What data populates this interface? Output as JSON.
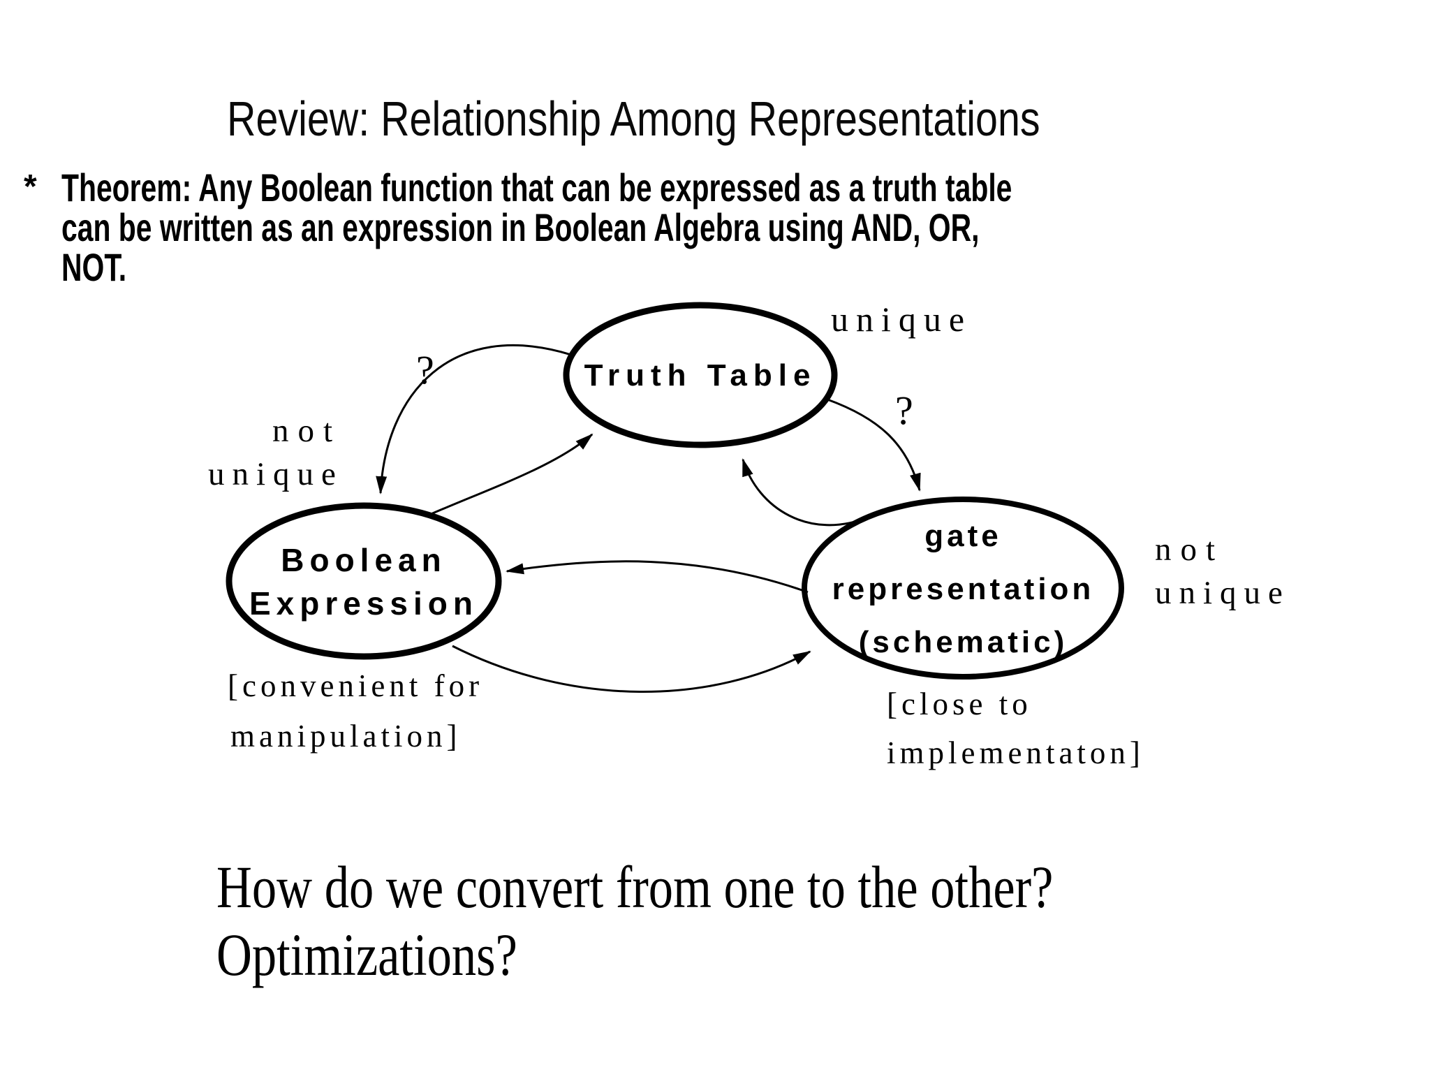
{
  "colors": {
    "ink": "#000000",
    "background": "#ffffff"
  },
  "slide": {
    "title": "Review: Relationship Among Representations",
    "bullet": "*",
    "theorem_lines": [
      "Theorem: Any Boolean function that can be expressed as a truth table",
      "can be written as an expression in Boolean Algebra using AND, OR,",
      "NOT."
    ],
    "bottom_lines": [
      "How do we convert from one to the other?",
      "Optimizations?"
    ]
  },
  "diagram": {
    "nodes": {
      "truth_table": {
        "lines": [
          "Truth Table"
        ]
      },
      "boolean_expression": {
        "lines": [
          "Boolean",
          "Expression"
        ]
      },
      "gate_representation": {
        "lines": [
          "gate",
          "representation",
          "(schematic)"
        ]
      }
    },
    "labels": {
      "unique_top": "unique",
      "question_left": "?",
      "question_right": "?",
      "not_unique_left": [
        "not",
        "unique"
      ],
      "not_unique_right": [
        "not",
        "unique"
      ],
      "convenient": [
        "[convenient for",
        "manipulation]"
      ],
      "close": [
        "[close to",
        "implementaton]"
      ]
    }
  }
}
